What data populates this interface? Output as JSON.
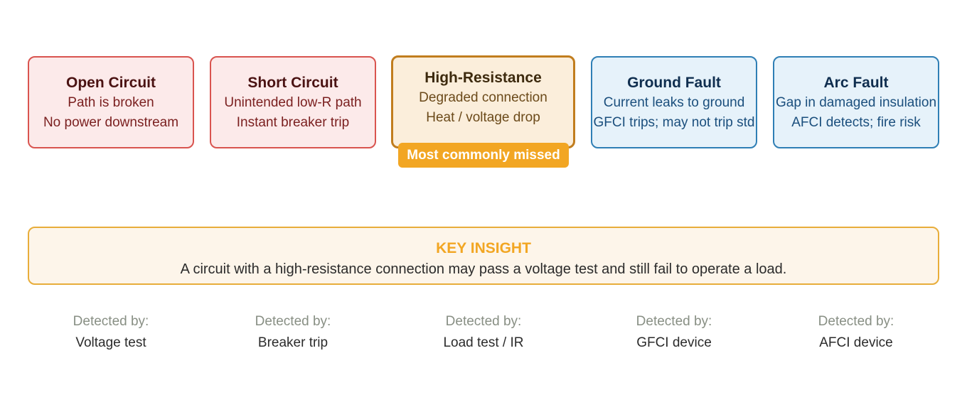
{
  "cards": [
    {
      "title": "Open Circuit",
      "line1": "Path is broken",
      "line2": "No power downstream"
    },
    {
      "title": "Short Circuit",
      "line1": "Unintended low-R path",
      "line2": "Instant breaker trip"
    },
    {
      "title": "High-Resistance",
      "line1": "Degraded connection",
      "line2": "Heat / voltage drop"
    },
    {
      "title": "Ground Fault",
      "line1": "Current leaks to ground",
      "line2": "GFCI trips; may not trip std"
    },
    {
      "title": "Arc Fault",
      "line1": "Gap in damaged insulation",
      "line2": "AFCI detects; fire risk"
    }
  ],
  "badge": "Most commonly missed",
  "insight": {
    "title": "KEY INSIGHT",
    "text": "A circuit with a high-resistance connection may pass a voltage test and still fail to operate a load."
  },
  "detections": [
    {
      "label": "Detected by:",
      "method": "Voltage test"
    },
    {
      "label": "Detected by:",
      "method": "Breaker trip"
    },
    {
      "label": "Detected by:",
      "method": "Load test / IR"
    },
    {
      "label": "Detected by:",
      "method": "GFCI device"
    },
    {
      "label": "Detected by:",
      "method": "AFCI device"
    }
  ],
  "colors": {
    "red_fill": "#fceaea",
    "red_border": "#d9544f",
    "amber_fill": "#fbeedb",
    "amber_border": "#c17d1e",
    "badge": "#f2a623",
    "blue_fill": "#e6f2fa",
    "blue_border": "#2f7fb5",
    "insight_fill": "#fdf5ea",
    "insight_border": "#e8ad3a"
  }
}
